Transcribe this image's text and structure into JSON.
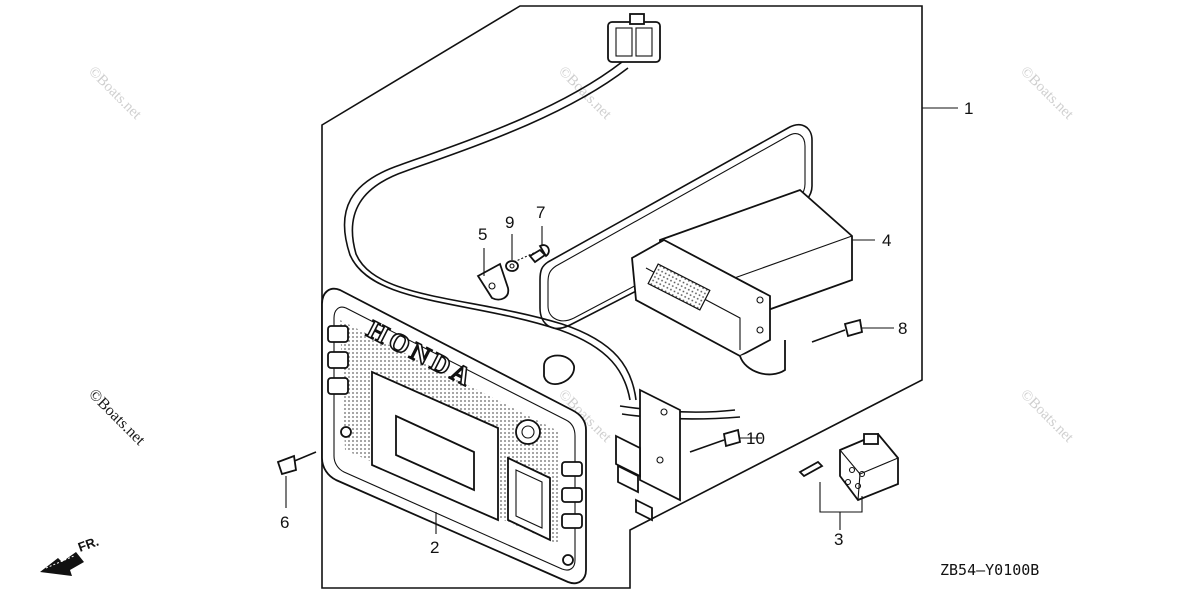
{
  "diagram": {
    "callouts": [
      "1",
      "2",
      "3",
      "4",
      "5",
      "6",
      "7",
      "8",
      "9",
      "10"
    ],
    "brand_text": "HONDA",
    "drawing_code": "ZB54–Y0100B",
    "front_label": "FR.",
    "watermark": "©Boats.net"
  }
}
